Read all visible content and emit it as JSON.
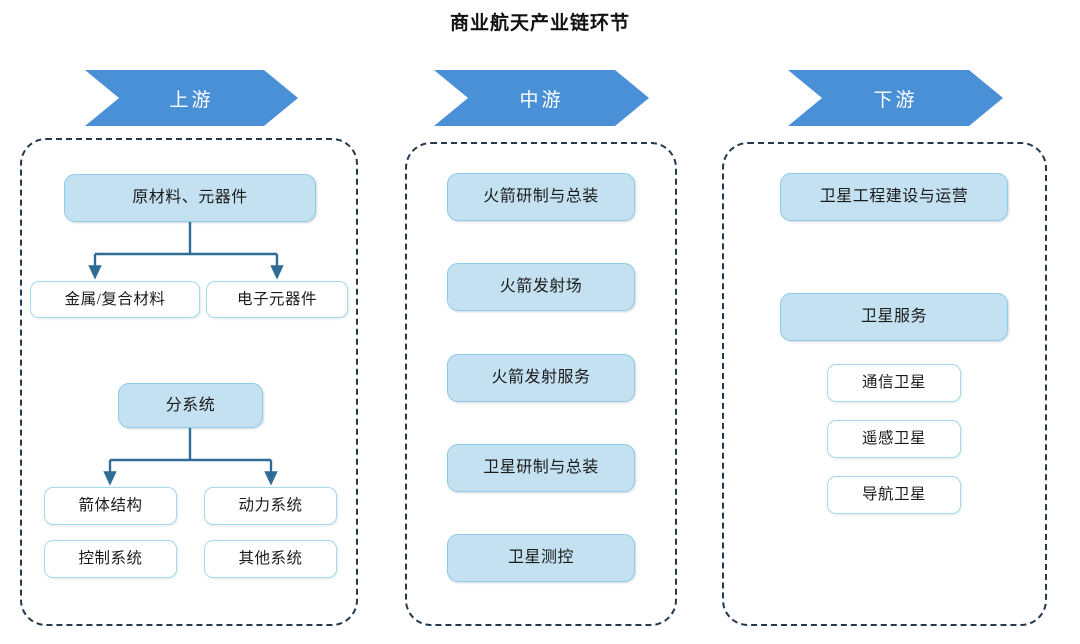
{
  "title": "商业航天产业链环节",
  "theme": {
    "banner_blue": "#4a90d6",
    "node_fill": "#c3e1f1",
    "node_fill_border": "#8fcbe8",
    "node_outline_border": "#a7d8f0",
    "connector": "#2f6d96",
    "dashed_border": "#24394e",
    "background": "#ffffff",
    "text": "#1b1b1b"
  },
  "stages": [
    {
      "id": "upstream",
      "banner_label": "上游",
      "nodes": [
        {
          "id": "up-raw",
          "label": "原材料、元器件",
          "style": "filled"
        },
        {
          "id": "up-metal",
          "label": "金属/复合材料",
          "style": "outline"
        },
        {
          "id": "up-electron",
          "label": "电子元器件",
          "style": "outline"
        },
        {
          "id": "up-subsys",
          "label": "分系统",
          "style": "filled"
        },
        {
          "id": "up-structure",
          "label": "箭体结构",
          "style": "outline"
        },
        {
          "id": "up-power",
          "label": "动力系统",
          "style": "outline"
        },
        {
          "id": "up-control",
          "label": "控制系统",
          "style": "outline"
        },
        {
          "id": "up-other",
          "label": "其他系统",
          "style": "outline"
        }
      ]
    },
    {
      "id": "midstream",
      "banner_label": "中游",
      "nodes": [
        {
          "id": "mid-rocket-dev",
          "label": "火箭研制与总装",
          "style": "filled"
        },
        {
          "id": "mid-launch-site",
          "label": "火箭发射场",
          "style": "filled"
        },
        {
          "id": "mid-launch-svc",
          "label": "火箭发射服务",
          "style": "filled"
        },
        {
          "id": "mid-sat-dev",
          "label": "卫星研制与总装",
          "style": "filled"
        },
        {
          "id": "mid-sat-tracking",
          "label": "卫星测控",
          "style": "filled"
        }
      ]
    },
    {
      "id": "downstream",
      "banner_label": "下游",
      "nodes": [
        {
          "id": "down-sat-eng",
          "label": "卫星工程建设与运营",
          "style": "filled"
        },
        {
          "id": "down-sat-svc",
          "label": "卫星服务",
          "style": "filled"
        },
        {
          "id": "down-comm",
          "label": "通信卫星",
          "style": "outline"
        },
        {
          "id": "down-remote",
          "label": "遥感卫星",
          "style": "outline"
        },
        {
          "id": "down-nav",
          "label": "导航卫星",
          "style": "outline"
        }
      ]
    }
  ]
}
